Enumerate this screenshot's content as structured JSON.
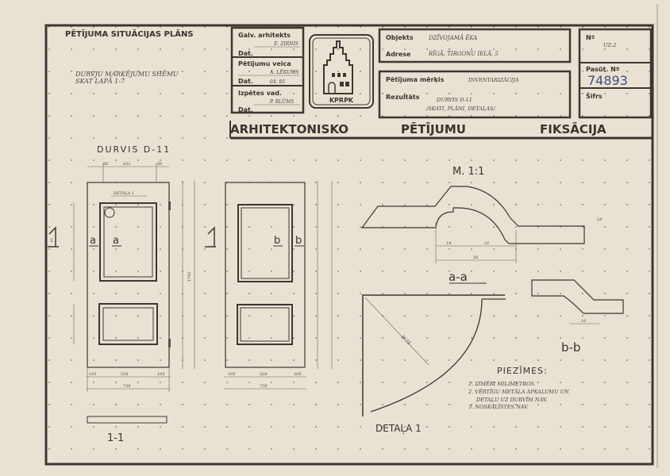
{
  "header": {
    "situation_plan_title": "PĒTĪJUMA SITUĀCIJAS PLĀNS",
    "situation_note_line1": "DURVJU  MARĶĒJUMU  SHĒMU",
    "situation_note_line2": "SKAT  LAPĀ  1-7",
    "chief_architect_label": "Galv. arhitekts",
    "chief_architect_value": "E. ZIRNIS",
    "date_label_1": "Dat.",
    "researcher_label": "Pētījumu veica",
    "researcher_value": "A. LĒRUMS",
    "date_label_2": "Dat.",
    "date_value_2": "04. 85",
    "supervisor_label": "Izpētes vad.",
    "supervisor_value": "P. BLŪMS",
    "date_label_3": "Dat.",
    "logo_text": "KPRPK",
    "object_label": "Objekts",
    "object_value": "DZĪVOJAMĀ ĒKA",
    "address_label": "Adrese",
    "address_value": "RĪGĀ, TIRGOŅU IELĀ, 5",
    "purpose_label": "Pētījuma mērķis",
    "purpose_value": "INVENTARIZĀCIJA",
    "results_label": "Rezultāts",
    "results_value_line1": "DURVIS  D-11",
    "results_value_line2": "/SKATI,  PLĀNI,  DETAĻAS/",
    "number_label": "Nº",
    "number_value": "UZ-2",
    "order_label": "Pasūt. Nº",
    "order_value": "74893",
    "cipher_label": "Šifrs",
    "band_title_1": "ARHITEKTONISKO",
    "band_title_2": "PĒTĪJUMU",
    "band_title_3": "FIKSĀCIJA"
  },
  "drawing": {
    "door_title": "DURVIS  D-11",
    "detail_callout": "DETAĻA 1",
    "section_a_left": "a",
    "section_a_right": "a",
    "section_b_left": "b",
    "section_b_right": "b",
    "section_1_mark": "1",
    "dims_door1": {
      "top_left": "50",
      "top_mid": "432",
      "top_right": "50",
      "bottom_left": "105",
      "bottom_mid": "528",
      "bottom_right": "105",
      "overall_width": "738",
      "overall_height": "1742"
    },
    "dims_door2": {
      "bottom_left": "105",
      "bottom_mid": "528",
      "bottom_right": "105",
      "overall_width": "738"
    },
    "section_1_1_label": "1-1",
    "scale_label": "M. 1:1",
    "section_aa_label": "a-a",
    "section_aa_dims": {
      "d1": "14",
      "d2": "32",
      "d3": "50",
      "h": "18"
    },
    "section_bb_label": "b-b",
    "section_bb_dims": {
      "d1": "16"
    },
    "detail_label": "DETAĻA 1",
    "detail_radius": "R 75"
  },
  "notes": {
    "title": "PIEZĪMES:",
    "lines": [
      "1. IZMĒRI  MILIMETROS.",
      "2. VĒRTĪGU  METĀLA  APKALUMU  UN",
      "   DETAĻU  UZ  DURVĪM  NAV.",
      "3. NOSKALĪSTES  NAV."
    ]
  }
}
